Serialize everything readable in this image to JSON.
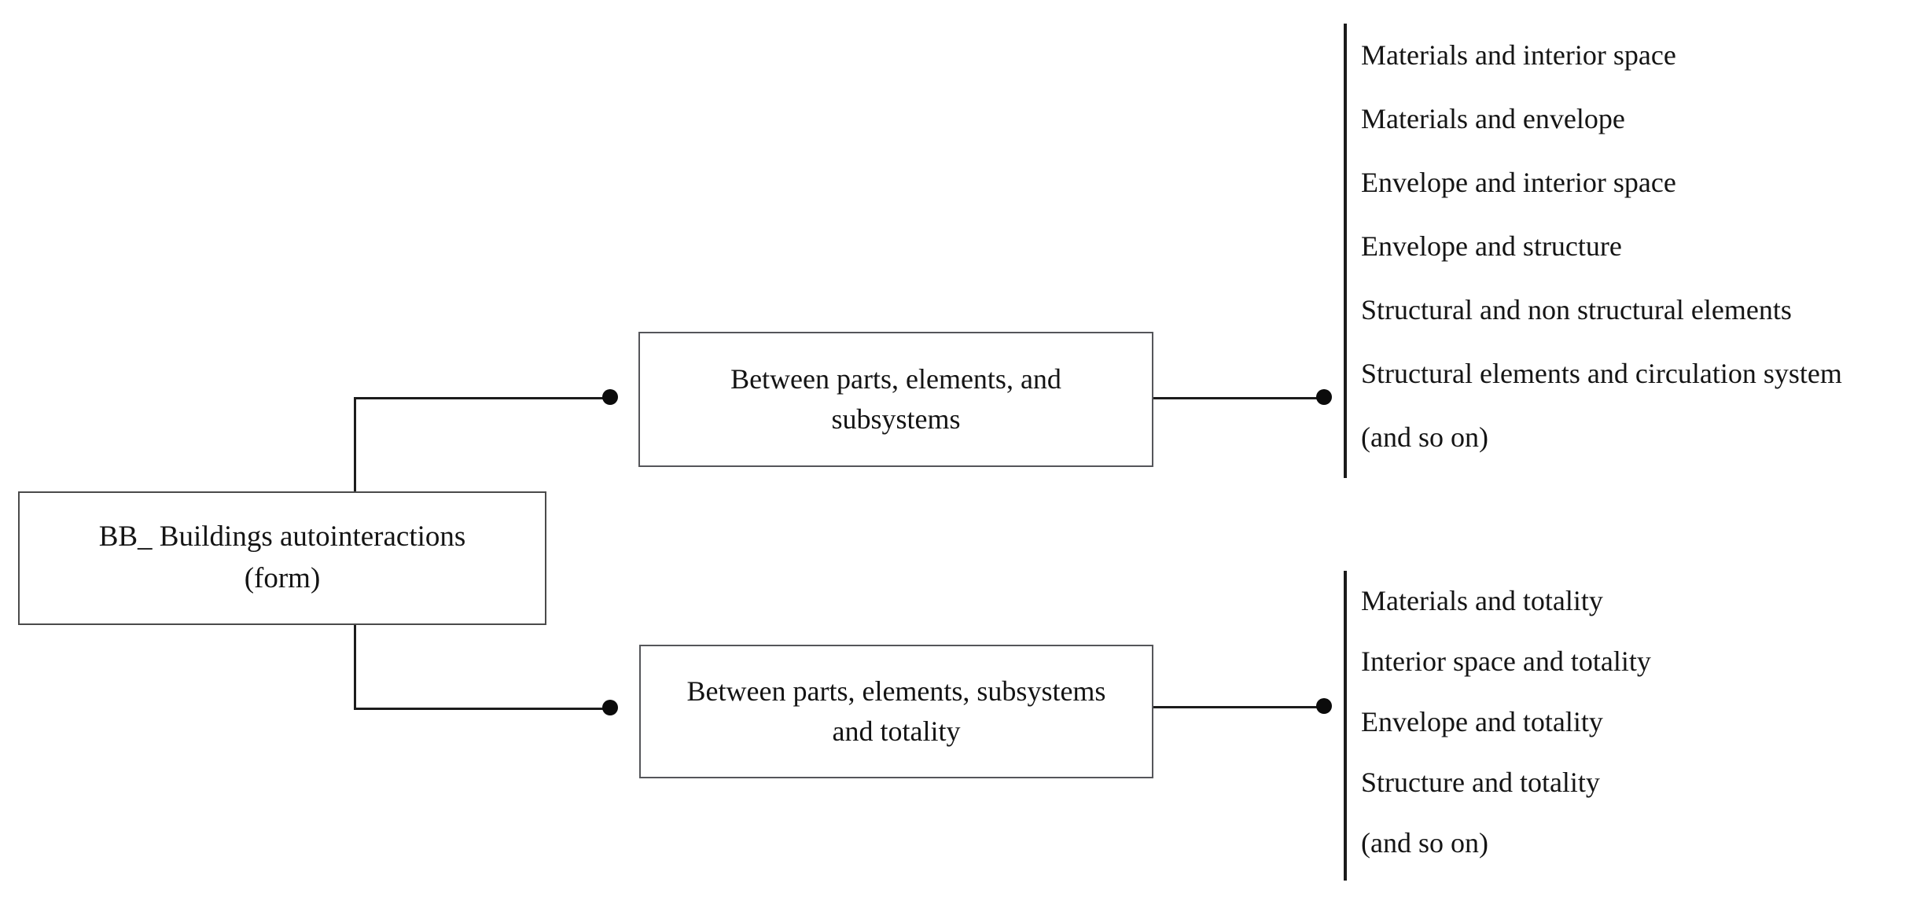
{
  "diagram": {
    "title": "BB_ Buildings autointeractions (form)",
    "colors": {
      "background": "#ffffff",
      "box_border": "#4a4a4a",
      "connector": "#1c1c1c",
      "dot": "#0b0b0b",
      "text": "#141414"
    }
  },
  "root": {
    "label": "BB_ Buildings autointeractions\n(form)"
  },
  "branches": [
    {
      "id": "parts-elements-subsystems",
      "label": "Between parts, elements, and\nsubsystems",
      "examples": [
        "Materials and interior space",
        "Materials and envelope",
        "Envelope and interior space",
        "Envelope and structure",
        "Structural and non structural elements",
        "Structural elements and circulation system",
        "(and so on)"
      ]
    },
    {
      "id": "parts-elements-subsystems-totality",
      "label": "Between parts, elements, subsystems\nand totality",
      "examples": [
        "Materials and totality",
        "Interior space and totality",
        "Envelope and totality",
        "Structure and totality",
        "(and so on)"
      ]
    }
  ]
}
